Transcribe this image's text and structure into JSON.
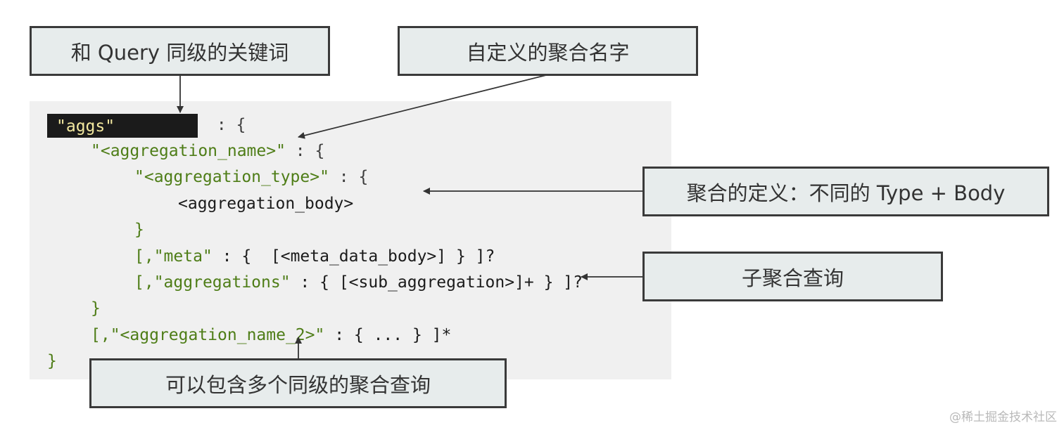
{
  "labels": {
    "keyword_level": "和 Query 同级的关键词",
    "custom_name": "自定义的聚合名字",
    "definition": "聚合的定义：不同的 Type + Body",
    "sub_aggregation": "子聚合查询",
    "multiple": "可以包含多个同级的聚合查询"
  },
  "code": {
    "aggs": "\"aggs\"",
    "line1_rest": " : {",
    "line2_str": "\"<aggregation_name>\"",
    "line2_rest": " : {",
    "line3_str": "\"<aggregation_type>\"",
    "line3_rest": " : {",
    "line4": "<aggregation_body>",
    "line5": "}",
    "line6_a": "[,",
    "line6_str": "\"meta\"",
    "line6_b": " : {  [<meta_data_body>] } ]?",
    "line7_a": "[,",
    "line7_str": "\"aggregations\"",
    "line7_b": " : { [<sub_aggregation>]+ } ]?",
    "line8": "}",
    "line9_a": "[,",
    "line9_str": "\"<aggregation_name_2>\"",
    "line9_b": " : { ... } ]*",
    "line10": "}"
  },
  "watermark": "@稀土掘金技术社区"
}
